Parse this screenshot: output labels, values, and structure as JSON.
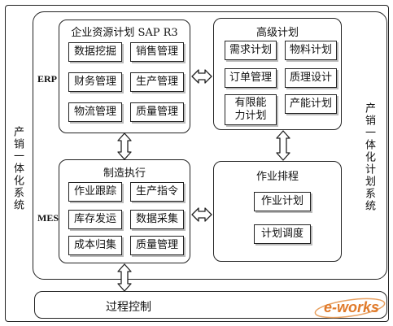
{
  "outer_left_label": "产销一体化系统",
  "outer_right_label": "产销一体化计划系统",
  "erp": {
    "label": "ERP",
    "title": "企业资源计划 SAP R3",
    "boxes": [
      "数据挖掘",
      "销售管理",
      "财务管理",
      "生产管理",
      "物流管理",
      "质量管理"
    ]
  },
  "advanced": {
    "title": "高级计划",
    "boxes": [
      "需求计划",
      "物料计划",
      "订单管理",
      "质理设计",
      "有限能力计划",
      "产能计划"
    ]
  },
  "mes": {
    "label": "MES",
    "title": "制造执行",
    "boxes": [
      "作业跟踪",
      "生产指令",
      "库存发运",
      "数据采集",
      "成本归集",
      "质量管理"
    ]
  },
  "scheduling": {
    "title": "作业排程",
    "boxes": [
      "作业计划",
      "计划调度"
    ]
  },
  "process_control": "过程控制",
  "watermark": "e-works"
}
